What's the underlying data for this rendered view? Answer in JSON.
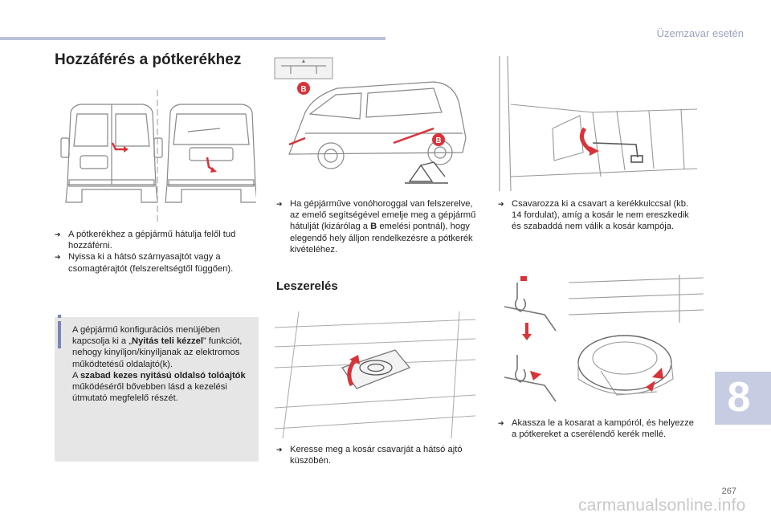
{
  "header": {
    "section": "Üzemzavar esetén"
  },
  "title": "Hozzáférés a pótkerékhez",
  "left": {
    "bullets": [
      "A pótkerékhez a gépjármű hátulja felől tud hozzáférni.",
      "Nyissa ki a hátsó szárnyasajtót vagy a csomagtérajtót (felszereltségtől függően)."
    ]
  },
  "info": {
    "icon": "info-i-icon",
    "p1_before": "A gépjármű konfigurációs menüjében kapcsolja ki a „",
    "p1_bold": "Nyitás teli kézzel",
    "p1_after": "” funkciót, nehogy kinyíljon/kinyíljanak az elektromos működtetésű oldalajtó(k).",
    "p2_before": "A ",
    "p2_bold": "szabad kezes nyitású oldalsó tolóajtók",
    "p2_after": " működéséről bővebben lásd a kezelési útmutató megfelelő részét."
  },
  "middle": {
    "label_b_top": "B",
    "label_b_car": "B",
    "bullet_before": "Ha gépjárműve vonóhoroggal van felszerelve, az emelő segítségével emelje meg a gépjármű hátulját (kizárólag a ",
    "bullet_bold": "B",
    "bullet_after": " emelési pontnál), hogy elegendő hely álljon rendelkezésre a pótkerék kivételéhez.",
    "subtitle": "Leszerelés",
    "bullet2": "Keresse meg a kosár csavarját a hátsó ajtó küszöbén."
  },
  "right": {
    "bullet1": "Csavarozza ki a csavart a kerékkulccsal (kb. 14 fordulat), amíg a kosár le nem ereszkedik és szabaddá nem válik a kosár kampója.",
    "bullet2": "Akassza le a kosarat a kampóról, és helyezze a pótkereket a cserélendő kerék mellé."
  },
  "chapter": "8",
  "page_number": "267",
  "watermark": "carmanualsonline.info",
  "colors": {
    "accent_red": "#d9333a",
    "accent_blue": "#7a85b6",
    "chapter_tab": "#c6cde2",
    "info_bg": "#e6e6e6"
  }
}
